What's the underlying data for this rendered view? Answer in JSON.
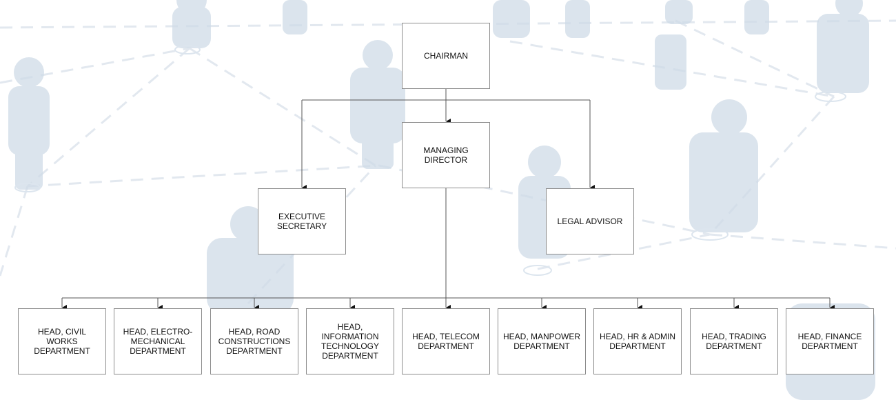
{
  "colors": {
    "box_border": "#8c8c8c",
    "connector": "#555555",
    "background_figures": "#cfdbe7"
  },
  "background": {
    "icon": "network-of-people-figures"
  },
  "nodes": {
    "chairman": "CHAIRMAN",
    "managing_director": "MANAGING\nDIRECTOR",
    "executive_secretary": "EXECUTIVE\nSECRETARY",
    "legal_advisor": "LEGAL ADVISOR",
    "departments": [
      "HEAD, CIVIL WORKS\nDEPARTMENT",
      "HEAD, ELECTRO-\nMECHANICAL\nDEPARTMENT",
      "HEAD, ROAD\nCONSTRUCTIONS\nDEPARTMENT",
      "HEAD, INFORMATION\nTECHNOLOGY\nDEPARTMENT",
      "HEAD, TELECOM\nDEPARTMENT",
      "HEAD, MANPOWER\nDEPARTMENT",
      "HEAD, HR & ADMIN\nDEPARTMENT",
      "HEAD, TRADING\nDEPARTMENT",
      "HEAD, FINANCE\nDEPARTMENT"
    ]
  }
}
